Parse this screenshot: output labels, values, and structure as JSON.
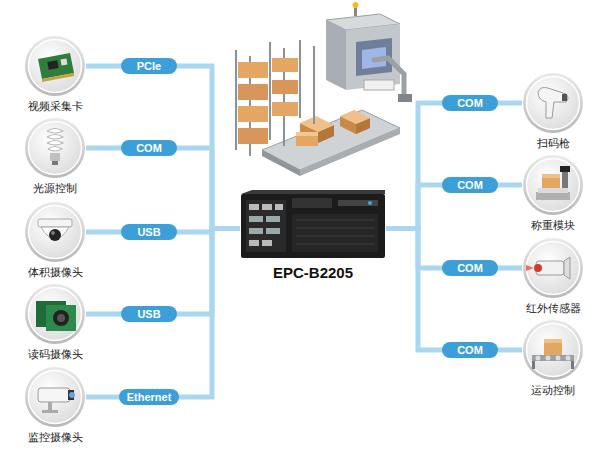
{
  "diagram": {
    "nodes": [
      {
        "text": [
          "视频采集卡"
        ]
      },
      {
        "text": [
          "光源控制"
        ]
      },
      {
        "text": [
          "体积摄像头"
        ]
      },
      {
        "text": [
          "读码摄像头"
        ]
      },
      {
        "text": [
          "监控摄像头"
        ]
      },
      {
        "text": [
          "EPC-B2205"
        ]
      },
      {
        "text": [
          "扫码枪"
        ]
      },
      {
        "text": [
          "称重模块"
        ]
      },
      {
        "text": [
          "红外传感器"
        ]
      },
      {
        "text": [
          "运动控制"
        ]
      }
    ],
    "edges": [
      {
        "from": 0,
        "to": 5,
        "label": "PCIe",
        "arrow": "none"
      },
      {
        "from": 1,
        "to": 5,
        "label": "COM",
        "arrow": "none"
      },
      {
        "from": 2,
        "to": 5,
        "label": "USB",
        "arrow": "none"
      },
      {
        "from": 3,
        "to": 5,
        "label": "USB",
        "arrow": "none"
      },
      {
        "from": 4,
        "to": 5,
        "label": "Ethernet",
        "arrow": "none"
      },
      {
        "from": 6,
        "to": 5,
        "label": "COM",
        "arrow": "none"
      },
      {
        "from": 7,
        "to": 5,
        "label": "COM",
        "arrow": "none"
      },
      {
        "from": 8,
        "to": 5,
        "label": "COM",
        "arrow": "none"
      },
      {
        "from": 9,
        "to": 5,
        "label": "COM",
        "arrow": "none"
      }
    ]
  }
}
